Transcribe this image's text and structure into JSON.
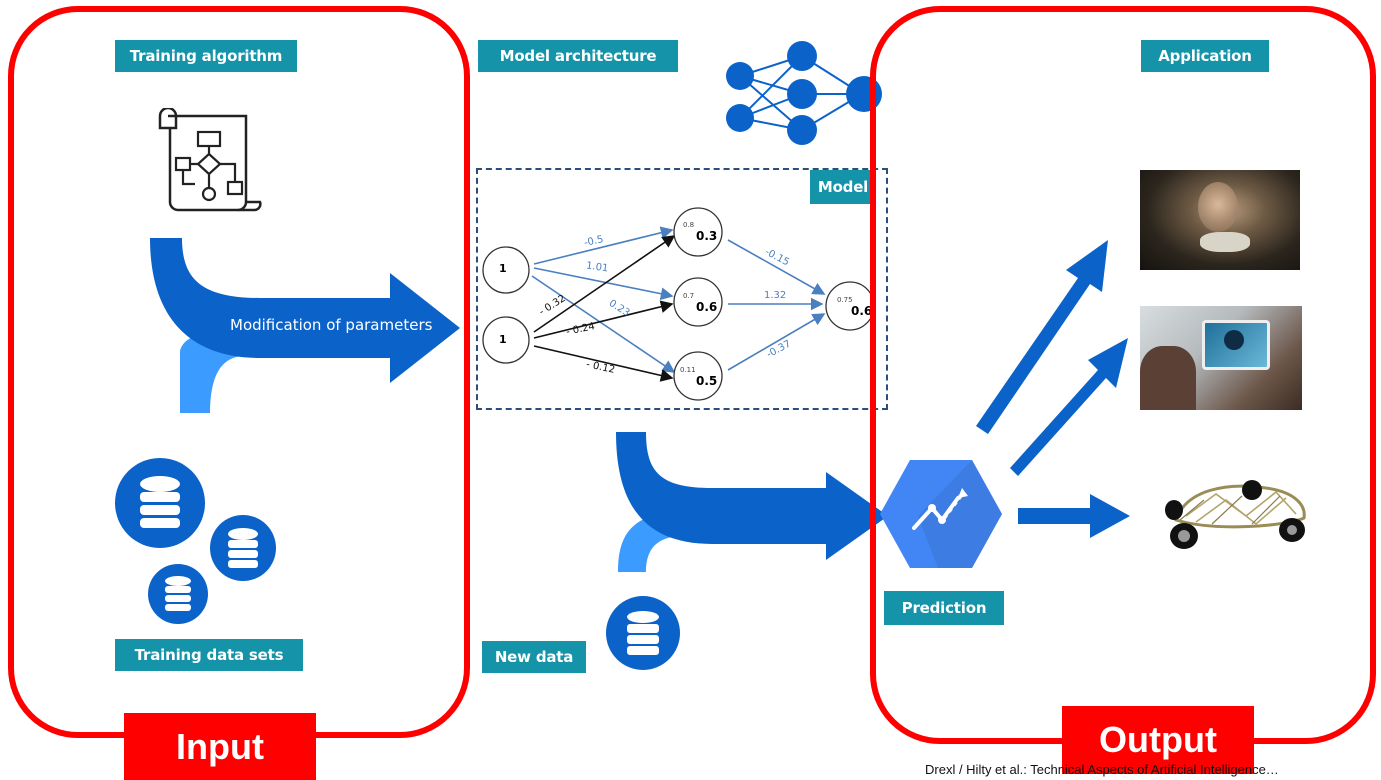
{
  "labels": {
    "training_algorithm": "Training algorithm",
    "model_architecture": "Model architecture",
    "application": "Application",
    "model": "Model",
    "training_data_sets": "Training data sets",
    "new_data": "New data",
    "prediction": "Prediction",
    "modification": "Modification of parameters"
  },
  "frames": {
    "input": "Input",
    "output": "Output"
  },
  "network": {
    "inputs": [
      "1",
      "1"
    ],
    "hidden": [
      {
        "small": "0.8",
        "big": "0.3"
      },
      {
        "small": "0.7",
        "big": "0.6"
      },
      {
        "small": "0.11",
        "big": "0.5"
      }
    ],
    "output": {
      "small": "0.75",
      "big": "0.6"
    },
    "weights_in": [
      "-0.5",
      "1.01",
      "0.23",
      "- 0.32",
      "- 0.24",
      "- 0.12"
    ],
    "weights_out": [
      "-0.15",
      "1.32",
      "-0.37"
    ]
  },
  "credit": "Drexl / Hilty et al.: Technical Aspects of Artificial Intelligence…",
  "colors": {
    "accent_blue": "#0b63c9",
    "light_blue": "#3b9bff",
    "teal": "#1593a8",
    "red": "#ff0000"
  }
}
